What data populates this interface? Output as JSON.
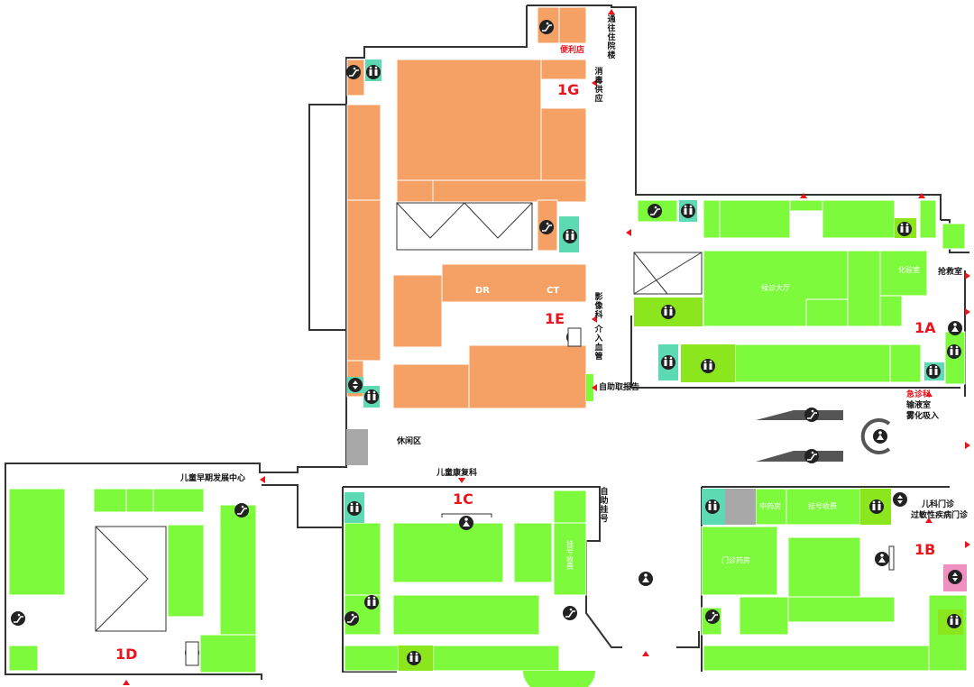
{
  "colors": {
    "orange": "#f5a064",
    "green": "#7dfa3c",
    "lime": "#8ce61e",
    "teal": "#5dd9b4",
    "grey": "#a8a8a8",
    "pink": "#f090c0",
    "wall": "#333333",
    "marker": "#e8141e",
    "ramp": "#555555"
  },
  "zones": {
    "z1g": "1G",
    "z1e": "1E",
    "z1a": "1A",
    "z1b": "1B",
    "z1c": "1C",
    "z1d": "1D"
  },
  "labels": {
    "inpatient": "通往住院楼",
    "convenience": "便利店",
    "disinfection": "消毒供应",
    "imaging": "影像科",
    "intervention": "介入血管",
    "dr": "DR",
    "ct": "CT",
    "self_report": "自助取报告",
    "lounge": "休闲区",
    "child_dev": "儿童早期发展中心",
    "child_rehab": "儿童康复科",
    "self_register": "自助挂号",
    "rescue": "抢救室",
    "emergency": "急诊科",
    "infusion": "输液室",
    "nebulizer": "雾化吸入",
    "pediatric_clinic": "儿科门诊",
    "allergy_clinic": "过敏性疾病门诊",
    "lab": "化验室",
    "hall": "候诊大厅",
    "pharmacy": "中药房",
    "registration_1b": "挂号收费",
    "outpatient_pharmacy": "门诊药房",
    "registration_1c": "挂号收费"
  },
  "icons": [
    "escalator-icon",
    "toilet-icon",
    "elevator-icon",
    "staircase-icon",
    "information-icon",
    "nursing-room-icon",
    "accessible-toilet-icon"
  ]
}
